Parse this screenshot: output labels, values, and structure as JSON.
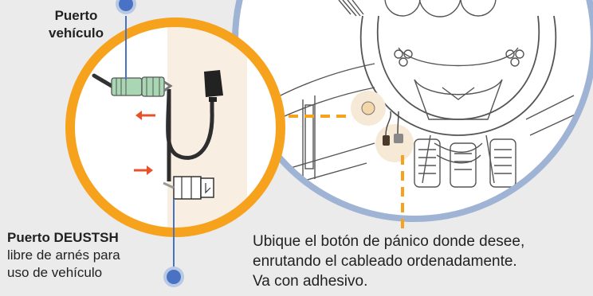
{
  "labels": {
    "vehicle_port_line1": "Puerto",
    "vehicle_port_line2": "vehículo",
    "deustsh_port_title": "Puerto DEUSTSH",
    "deustsh_port_line2": "libre de arnés para",
    "deustsh_port_line3": "uso de vehículo",
    "instructions_line1": "Ubique el botón de pánico donde desee,",
    "instructions_line2": "enrutando el cableado ordenadamente.",
    "instructions_line3": "Va con adhesivo."
  },
  "gauge_text": "....",
  "colors": {
    "background": "#ebebeb",
    "orange": "#f6a21c",
    "blue_ring": "#9fb3d4",
    "pin_blue": "#4a72c4",
    "arrow_red": "#e8512a",
    "connector_green": "#a9d7b4",
    "line_dark": "#333333"
  }
}
